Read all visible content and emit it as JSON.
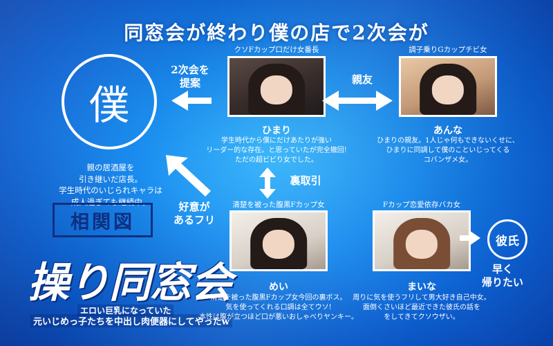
{
  "headline": "同窓会が終わり僕の店で2次会が",
  "boku": {
    "name": "僕",
    "desc": [
      "親の居酒屋を",
      "引き継いだ店長。",
      "学生時代のいじられキャラは",
      "成人過ぎても継続中。"
    ]
  },
  "soukanzu": "相関図",
  "logo": {
    "title": "操り同窓会",
    "sub1": "エロい巨乳になっていた",
    "sub2": "元いじめっ子たちを中出し肉便器にしてやったw"
  },
  "himari": {
    "caption": "クソFカップ口だけ女番長",
    "name": "ひまり",
    "desc": [
      "学生時代から僕にだけあたりが強い",
      "リーダー的な存在。と思っていたが完全撤回!",
      "ただの超ビビり女でした。"
    ]
  },
  "anna": {
    "caption": "調子乗りGカップチビ女",
    "name": "あんな",
    "desc": [
      "ひまりの親友。1人じゃ何もできないくせに、",
      "ひまりに同調して僕のこといじってくる",
      "コバンザメ女。"
    ]
  },
  "mei": {
    "caption": "清楚を被った腹黒Fカップ女",
    "name": "めい",
    "desc": [
      "清楚を被った腹黒Fカップ女今回の裏ボス。",
      "気を使ってくれる口調は全てウソ!",
      "本性は腹が立つほど口が悪いおしゃべりヤンキー。"
    ]
  },
  "maina": {
    "caption": "Fカップ恋愛依存バカ女",
    "name": "まいな",
    "desc": [
      "周りに気を使うフリして男大好き自己中女。",
      "面倒くさいほど最近できた彼氏の話を",
      "をしてきてクソウザい。"
    ]
  },
  "relations": {
    "teian": [
      "2次会を",
      "提案"
    ],
    "shinyu": "親友",
    "uratorihiki": "裏取引",
    "kouifuri": [
      "好意が",
      "あるフリ"
    ],
    "hayaku": [
      "早く",
      "帰りたい"
    ]
  },
  "kareshi": "彼氏"
}
